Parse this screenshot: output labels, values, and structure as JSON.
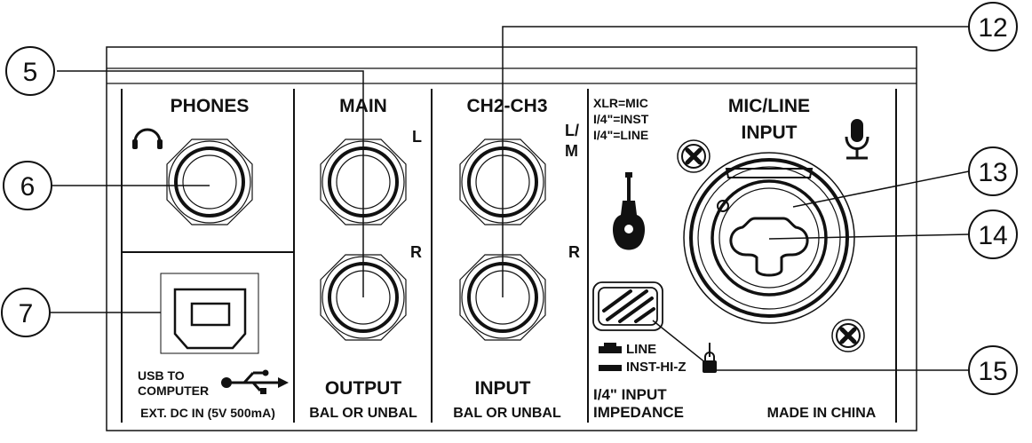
{
  "panel": {
    "sections": {
      "phones": "PHONES",
      "main": "MAIN",
      "ch2ch3": "CH2-CH3",
      "mic_line_line1": "MIC/LINE",
      "mic_line_line2": "INPUT"
    },
    "channel_markers": {
      "main_left": "L",
      "main_right": "R",
      "ch_left_1": "L/",
      "ch_left_2": "M",
      "ch_right": "R"
    },
    "bottom_labels": {
      "output": "OUTPUT",
      "main_bal": "BAL OR UNBAL",
      "input": "INPUT",
      "ch_bal": "BAL OR UNBAL",
      "ext_dc": "EXT. DC IN (5V 500mA)",
      "made_in": "MADE IN CHINA"
    },
    "usb_label_line1": "USB TO",
    "usb_label_line2": "COMPUTER",
    "legend": {
      "xlr": "XLR=MIC",
      "inst": "I/4\"=INST",
      "line": "I/4\"=LINE"
    },
    "impedance_switch": {
      "line": "LINE",
      "inst": "INST-HI-Z",
      "title_line1": "I/4\" INPUT",
      "title_line2": "IMPEDANCE"
    }
  },
  "callouts": [
    "5",
    "6",
    "7",
    "12",
    "13",
    "14",
    "15"
  ],
  "icons": [
    "headphones-icon",
    "usb-icon",
    "guitar-icon",
    "microphone-icon",
    "lock-icon"
  ]
}
